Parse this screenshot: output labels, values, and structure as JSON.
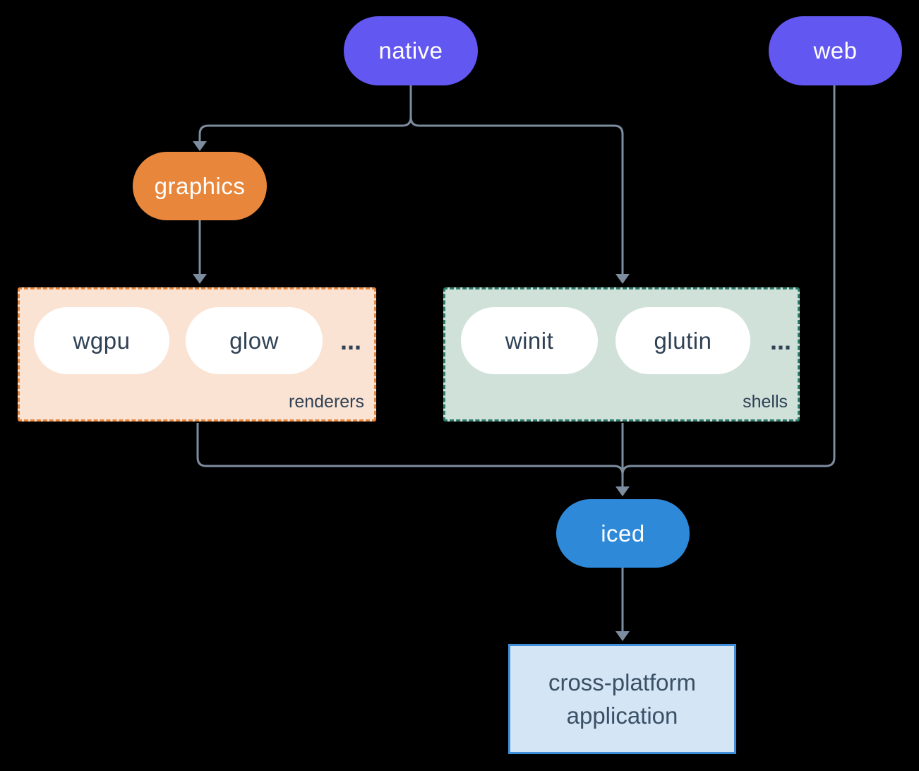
{
  "nodes": {
    "native": "native",
    "web": "web",
    "graphics": "graphics",
    "iced": "iced"
  },
  "groups": {
    "renderers": {
      "label": "renderers",
      "items": [
        "wgpu",
        "glow"
      ],
      "ellipsis": "..."
    },
    "shells": {
      "label": "shells",
      "items": [
        "winit",
        "glutin"
      ],
      "ellipsis": "..."
    }
  },
  "app_box": {
    "line1": "cross-platform",
    "line2": "application"
  },
  "colors": {
    "platform_pill": "#6357f2",
    "graphics_pill": "#e8873c",
    "iced_pill": "#2e89d8",
    "renderers_bg": "#fae3d3",
    "renderers_border": "#e8873c",
    "shells_bg": "#d0e1da",
    "shells_border": "#2c7a68",
    "app_bg": "#d4e5f6",
    "app_border": "#3e8ed9",
    "edge": "#7d8da0",
    "dark_text": "#2f4154",
    "background": "#000000"
  }
}
